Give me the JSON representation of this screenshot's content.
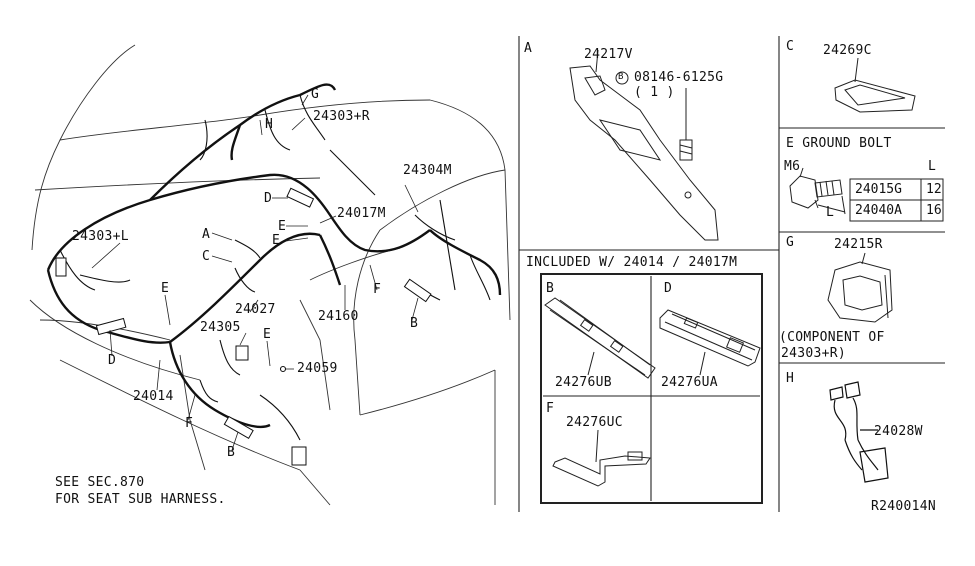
{
  "main_diagram": {
    "labels": {
      "p24303R": "24303+R",
      "G": "G",
      "H": "H",
      "p24304M": "24304M",
      "D1": "D",
      "p24017M": "24017M",
      "A": "A",
      "E1": "E",
      "E2": "E",
      "C": "C",
      "p24303L": "24303+L",
      "E3": "E",
      "p24027": "24027",
      "p24305": "24305",
      "E4": "E",
      "p24160": "24160",
      "F1": "F",
      "B1": "B",
      "D2": "D",
      "p24059": "24059",
      "p24014": "24014",
      "F2": "F",
      "B2": "B"
    },
    "note_line1": "SEE SEC.870",
    "note_line2": "FOR SEAT SUB HARNESS."
  },
  "panel_a": {
    "letter": "A",
    "part": "24217V",
    "bolt_mark": "B",
    "bolt": "08146-6125G",
    "qty": "( 1 )"
  },
  "panel_included": {
    "title": "INCLUDED W/ 24014 / 24017M",
    "b_letter": "B",
    "b_part": "24276UB",
    "d_letter": "D",
    "d_part": "24276UA",
    "f_letter": "F",
    "f_part": "24276UC"
  },
  "panel_c": {
    "letter": "C",
    "part": "24269C"
  },
  "panel_e": {
    "title": "E  GROUND BOLT",
    "size": "M6",
    "col_header": "L",
    "dim": "L",
    "rows": [
      {
        "part": "24015G",
        "length": "12"
      },
      {
        "part": "24040A",
        "length": "16"
      }
    ]
  },
  "panel_g": {
    "letter": "G",
    "part": "24215R",
    "note_line1": "(COMPONENT OF",
    "note_line2": "24303+R)"
  },
  "panel_h": {
    "letter": "H",
    "part": "24028W"
  },
  "diagram_code": "R240014N"
}
